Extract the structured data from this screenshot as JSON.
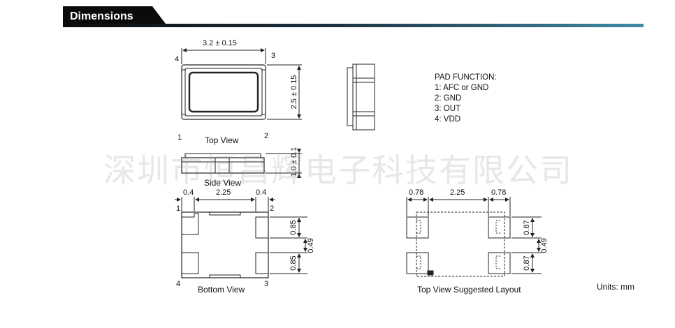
{
  "header": {
    "title": "Dimensions"
  },
  "top_view": {
    "caption": "Top View",
    "width_dim": "3.2 ± 0.15",
    "height_dim": "2.5 ± 0.15",
    "pin_1": "1",
    "pin_2": "2",
    "pin_3": "3",
    "pin_4": "4"
  },
  "side_view": {
    "caption": "Side View",
    "height_dim": "1.0 ± 0.1"
  },
  "bottom_view": {
    "caption": "Bottom View",
    "left_dim": "0.4",
    "center_dim": "2.25",
    "right_dim": "0.4",
    "pad_upper": "0.85",
    "gap": "0.49",
    "pad_lower": "0.85",
    "pin_1": "1",
    "pin_2": "2",
    "pin_3": "3",
    "pin_4": "4"
  },
  "layout_view": {
    "caption": "Top View Suggested Layout",
    "left_dim": "0.78",
    "center_dim": "2.25",
    "right_dim": "0.78",
    "pad_upper": "0.87",
    "gap": "0.49",
    "pad_lower": "0.87"
  },
  "pad_function": {
    "title": "PAD FUNCTION:",
    "items": [
      "1: AFC or GND",
      "2: GND",
      "3: OUT",
      "4: VDD"
    ]
  },
  "units": "Units: mm",
  "watermark": "深圳市恒昌辉电子科技有限公司"
}
